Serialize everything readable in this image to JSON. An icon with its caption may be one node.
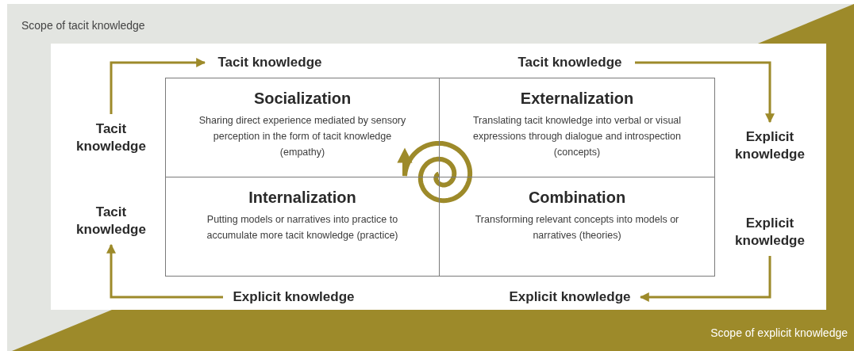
{
  "diagram": {
    "nodes": [
      {
        "text": [
          "Tacit knowledge"
        ]
      },
      {
        "text": [
          "Tacit knowledge"
        ]
      },
      {
        "text": [
          "Tacit knowledge"
        ]
      },
      {
        "text": [
          "Socialization",
          "Sharing direct experience mediated by sensory perception in the form of tacit knowledge (empathy)"
        ]
      },
      {
        "text": [
          "Externalization",
          "Translating tacit knowledge into verbal or visual expressions through dialogue and introspection (concepts)"
        ]
      },
      {
        "text": [
          "Explicit knowledge"
        ]
      },
      {
        "text": [
          "Tacit knowledge"
        ]
      },
      {
        "text": [
          "Internalization",
          "Putting models or narratives into practice to accumulate more tacit knowledge (practice)"
        ]
      },
      {
        "text": [
          "Combination",
          "Transforming relevant concepts into models or narratives (theories)"
        ]
      },
      {
        "text": [
          "Explicit knowledge"
        ]
      },
      {
        "text": [
          "Explicit knowledge"
        ]
      },
      {
        "text": [
          "Explicit knowledge"
        ]
      }
    ],
    "edges": [
      {
        "from": 2,
        "to": 0,
        "arrow": "to"
      },
      {
        "from": 1,
        "to": 5,
        "arrow": "to"
      },
      {
        "from": 9,
        "to": 11,
        "arrow": "to"
      },
      {
        "from": 10,
        "to": 6,
        "arrow": "to"
      }
    ],
    "labels": [
      "Scope of tacit knowledge",
      "Scope of explicit knowledge"
    ]
  }
}
